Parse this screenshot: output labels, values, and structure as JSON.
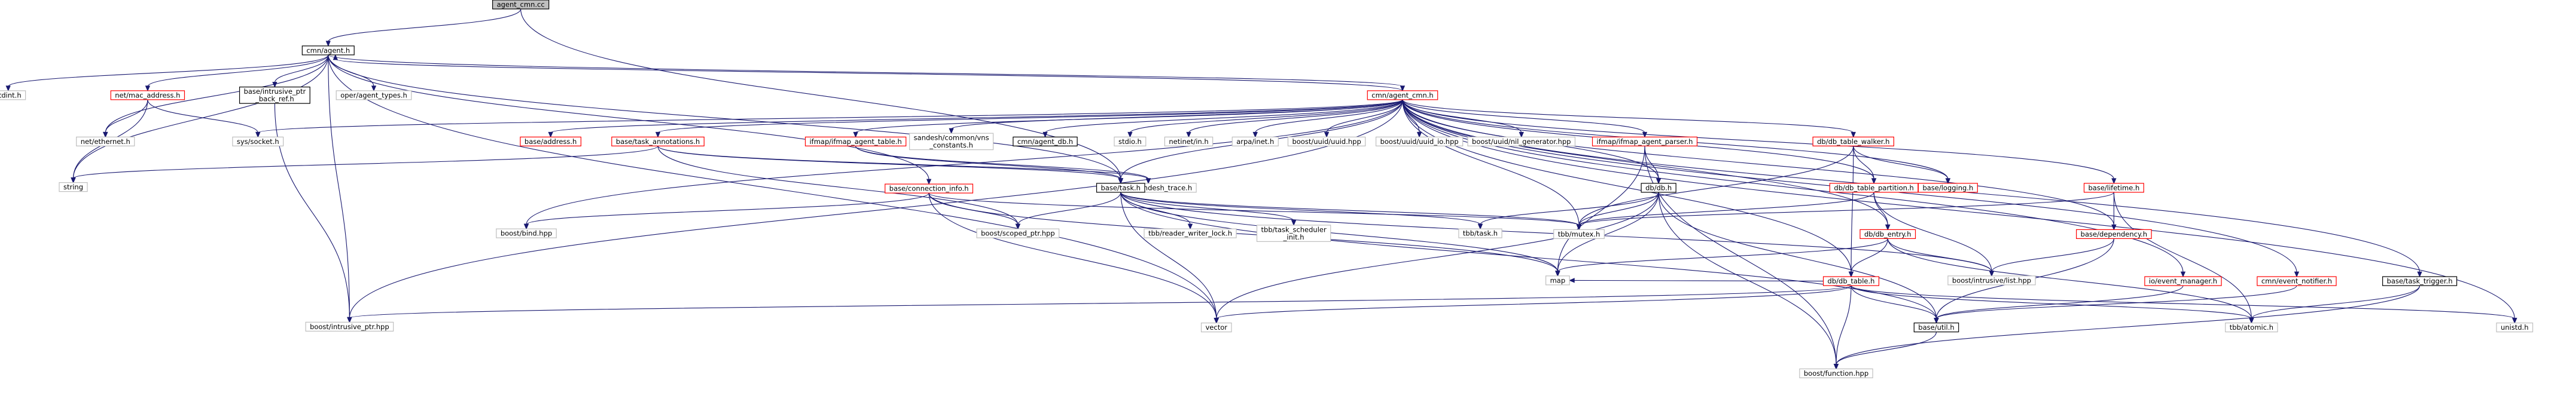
{
  "colors": {
    "edge": "#191970",
    "root_fill": "#bfbfbf",
    "link_border": "#000000",
    "red_border": "#ff0000",
    "plain_border": "#bfbfbf",
    "fill": "#ffffff",
    "text": "#000000"
  },
  "nodes": [
    {
      "id": "agent_cmn_cc",
      "lines": [
        "agent_cmn.cc"
      ],
      "style": "root"
    },
    {
      "id": "cmn_agent_h",
      "lines": [
        "cmn/agent.h"
      ],
      "style": "link"
    },
    {
      "id": "stdint_h",
      "lines": [
        "stdint.h"
      ],
      "style": "plain"
    },
    {
      "id": "net_mac_address_h",
      "lines": [
        "net/mac_address.h"
      ],
      "style": "red"
    },
    {
      "id": "base_intrusive_ptr_back_ref_h",
      "lines": [
        "base/intrusive_ptr",
        "_back_ref.h"
      ],
      "style": "link"
    },
    {
      "id": "oper_agent_types_h",
      "lines": [
        "oper/agent_types.h"
      ],
      "style": "plain"
    },
    {
      "id": "net_ethernet_h",
      "lines": [
        "net/ethernet.h"
      ],
      "style": "plain"
    },
    {
      "id": "sys_socket_h",
      "lines": [
        "sys/socket.h"
      ],
      "style": "plain"
    },
    {
      "id": "string",
      "lines": [
        "string"
      ],
      "style": "plain"
    },
    {
      "id": "cmn_agent_cmn_h",
      "lines": [
        "cmn/agent_cmn.h"
      ],
      "style": "red"
    },
    {
      "id": "base_address_h",
      "lines": [
        "base/address.h"
      ],
      "style": "red"
    },
    {
      "id": "base_task_annotations_h",
      "lines": [
        "base/task_annotations.h"
      ],
      "style": "red"
    },
    {
      "id": "ifmap_ifmap_agent_table_h",
      "lines": [
        "ifmap/ifmap_agent_table.h"
      ],
      "style": "red"
    },
    {
      "id": "sandesh_common_vns_constants_h",
      "lines": [
        "sandesh/common/vns",
        "_constants.h"
      ],
      "style": "plain"
    },
    {
      "id": "cmn_agent_db_h",
      "lines": [
        "cmn/agent_db.h"
      ],
      "style": "link"
    },
    {
      "id": "stdio_h",
      "lines": [
        "stdio.h"
      ],
      "style": "plain"
    },
    {
      "id": "netinet_in_h",
      "lines": [
        "netinet/in.h"
      ],
      "style": "plain"
    },
    {
      "id": "arpa_inet_h",
      "lines": [
        "arpa/inet.h"
      ],
      "style": "plain"
    },
    {
      "id": "boost_uuid_uuid_hpp",
      "lines": [
        "boost/uuid/uuid.hpp"
      ],
      "style": "plain"
    },
    {
      "id": "boost_uuid_uuid_io_hpp",
      "lines": [
        "boost/uuid/uuid_io.hpp"
      ],
      "style": "plain"
    },
    {
      "id": "boost_uuid_nil_generator_hpp",
      "lines": [
        "boost/uuid/nil_generator.hpp"
      ],
      "style": "plain"
    },
    {
      "id": "ifmap_ifmap_agent_parser_h",
      "lines": [
        "ifmap/ifmap_agent_parser.h"
      ],
      "style": "red"
    },
    {
      "id": "db_db_table_walker_h",
      "lines": [
        "db/db_table_walker.h"
      ],
      "style": "red"
    },
    {
      "id": "base_lifetime_h",
      "lines": [
        "base/lifetime.h"
      ],
      "style": "red"
    },
    {
      "id": "sandesh_sandesh_trace_h",
      "lines": [
        "sandesh/sandesh_trace.h"
      ],
      "style": "plain"
    },
    {
      "id": "base_task_h",
      "lines": [
        "base/task.h"
      ],
      "style": "link"
    },
    {
      "id": "base_connection_info_h",
      "lines": [
        "base/connection_info.h"
      ],
      "style": "red"
    },
    {
      "id": "db_db_h",
      "lines": [
        "db/db.h"
      ],
      "style": "link"
    },
    {
      "id": "db_db_table_partition_h",
      "lines": [
        "db/db_table_partition.h"
      ],
      "style": "red"
    },
    {
      "id": "base_logging_h",
      "lines": [
        "base/logging.h"
      ],
      "style": "red"
    },
    {
      "id": "boost_bind_hpp",
      "lines": [
        "boost/bind.hpp"
      ],
      "style": "plain"
    },
    {
      "id": "boost_scoped_ptr_hpp",
      "lines": [
        "boost/scoped_ptr.hpp"
      ],
      "style": "plain"
    },
    {
      "id": "tbb_reader_writer_lock_h",
      "lines": [
        "tbb/reader_writer_lock.h"
      ],
      "style": "plain"
    },
    {
      "id": "tbb_task_scheduler_init_h",
      "lines": [
        "tbb/task_scheduler",
        "_init.h"
      ],
      "style": "plain"
    },
    {
      "id": "tbb_task_h",
      "lines": [
        "tbb/task.h"
      ],
      "style": "plain"
    },
    {
      "id": "tbb_mutex_h",
      "lines": [
        "tbb/mutex.h"
      ],
      "style": "plain"
    },
    {
      "id": "db_db_entry_h",
      "lines": [
        "db/db_entry.h"
      ],
      "style": "red"
    },
    {
      "id": "base_dependency_h",
      "lines": [
        "base/dependency.h"
      ],
      "style": "red"
    },
    {
      "id": "map",
      "lines": [
        "map"
      ],
      "style": "plain"
    },
    {
      "id": "boost_intrusive_list_hpp",
      "lines": [
        "boost/intrusive/list.hpp"
      ],
      "style": "plain"
    },
    {
      "id": "db_db_table_h",
      "lines": [
        "db/db_table.h"
      ],
      "style": "red"
    },
    {
      "id": "io_event_manager_h",
      "lines": [
        "io/event_manager.h"
      ],
      "style": "red"
    },
    {
      "id": "cmn_event_notifier_h",
      "lines": [
        "cmn/event_notifier.h"
      ],
      "style": "red"
    },
    {
      "id": "base_task_trigger_h",
      "lines": [
        "base/task_trigger.h"
      ],
      "style": "link"
    },
    {
      "id": "boost_intrusive_ptr_hpp",
      "lines": [
        "boost/intrusive_ptr.hpp"
      ],
      "style": "plain"
    },
    {
      "id": "vector",
      "lines": [
        "vector"
      ],
      "style": "plain"
    },
    {
      "id": "base_util_h",
      "lines": [
        "base/util.h"
      ],
      "style": "link"
    },
    {
      "id": "tbb_atomic_h",
      "lines": [
        "tbb/atomic.h"
      ],
      "style": "plain"
    },
    {
      "id": "unistd_h",
      "lines": [
        "unistd.h"
      ],
      "style": "plain"
    },
    {
      "id": "boost_function_hpp",
      "lines": [
        "boost/function.hpp"
      ],
      "style": "plain"
    }
  ],
  "edges": [
    [
      "agent_cmn_cc",
      "cmn_agent_h"
    ],
    [
      "agent_cmn_cc",
      "base_task_h"
    ],
    [
      "cmn_agent_h",
      "stdint_h"
    ],
    [
      "cmn_agent_h",
      "net_mac_address_h"
    ],
    [
      "cmn_agent_h",
      "base_intrusive_ptr_back_ref_h"
    ],
    [
      "cmn_agent_h",
      "oper_agent_types_h"
    ],
    [
      "cmn_agent_h",
      "net_ethernet_h"
    ],
    [
      "cmn_agent_h",
      "string"
    ],
    [
      "cmn_agent_h",
      "cmn_agent_cmn_h"
    ],
    [
      "cmn_agent_h",
      "boost_intrusive_ptr_hpp"
    ],
    [
      "cmn_agent_h",
      "vector"
    ],
    [
      "cmn_agent_h",
      "base_connection_info_h"
    ],
    [
      "cmn_agent_h",
      "base_task_h"
    ],
    [
      "net_mac_address_h",
      "net_ethernet_h"
    ],
    [
      "net_mac_address_h",
      "sys_socket_h"
    ],
    [
      "net_mac_address_h",
      "string"
    ],
    [
      "base_intrusive_ptr_back_ref_h",
      "boost_intrusive_ptr_hpp"
    ],
    [
      "cmn_agent_cmn_h",
      "cmn_agent_h"
    ],
    [
      "cmn_agent_cmn_h",
      "sys_socket_h"
    ],
    [
      "cmn_agent_cmn_h",
      "base_address_h"
    ],
    [
      "cmn_agent_cmn_h",
      "base_task_annotations_h"
    ],
    [
      "cmn_agent_cmn_h",
      "ifmap_ifmap_agent_table_h"
    ],
    [
      "cmn_agent_cmn_h",
      "sandesh_common_vns_constants_h"
    ],
    [
      "cmn_agent_cmn_h",
      "cmn_agent_db_h"
    ],
    [
      "cmn_agent_cmn_h",
      "stdio_h"
    ],
    [
      "cmn_agent_cmn_h",
      "netinet_in_h"
    ],
    [
      "cmn_agent_cmn_h",
      "arpa_inet_h"
    ],
    [
      "cmn_agent_cmn_h",
      "boost_uuid_uuid_hpp"
    ],
    [
      "cmn_agent_cmn_h",
      "boost_uuid_uuid_io_hpp"
    ],
    [
      "cmn_agent_cmn_h",
      "boost_uuid_nil_generator_hpp"
    ],
    [
      "cmn_agent_cmn_h",
      "ifmap_ifmap_agent_parser_h"
    ],
    [
      "cmn_agent_cmn_h",
      "db_db_table_walker_h"
    ],
    [
      "cmn_agent_cmn_h",
      "base_lifetime_h"
    ],
    [
      "cmn_agent_cmn_h",
      "base_task_h"
    ],
    [
      "cmn_agent_cmn_h",
      "db_db_h"
    ],
    [
      "cmn_agent_cmn_h",
      "db_db_table_partition_h"
    ],
    [
      "cmn_agent_cmn_h",
      "base_logging_h"
    ],
    [
      "cmn_agent_cmn_h",
      "boost_bind_hpp"
    ],
    [
      "cmn_agent_cmn_h",
      "tbb_mutex_h"
    ],
    [
      "cmn_agent_cmn_h",
      "db_db_entry_h"
    ],
    [
      "cmn_agent_cmn_h",
      "base_dependency_h"
    ],
    [
      "cmn_agent_cmn_h",
      "db_db_table_h"
    ],
    [
      "cmn_agent_cmn_h",
      "io_event_manager_h"
    ],
    [
      "cmn_agent_cmn_h",
      "cmn_event_notifier_h"
    ],
    [
      "cmn_agent_cmn_h",
      "base_task_trigger_h"
    ],
    [
      "cmn_agent_cmn_h",
      "boost_intrusive_ptr_hpp"
    ],
    [
      "cmn_agent_cmn_h",
      "unistd_h"
    ],
    [
      "base_task_annotations_h",
      "string"
    ],
    [
      "base_task_annotations_h",
      "base_task_h"
    ],
    [
      "base_task_annotations_h",
      "sandesh_sandesh_trace_h"
    ],
    [
      "base_task_annotations_h",
      "boost_scoped_ptr_hpp"
    ],
    [
      "ifmap_ifmap_agent_table_h",
      "base_task_h"
    ],
    [
      "ifmap_ifmap_agent_table_h",
      "sandesh_sandesh_trace_h"
    ],
    [
      "ifmap_ifmap_agent_parser_h",
      "db_db_h"
    ],
    [
      "ifmap_ifmap_agent_parser_h",
      "map"
    ],
    [
      "ifmap_ifmap_agent_parser_h",
      "boost_function_hpp"
    ],
    [
      "db_db_table_walker_h",
      "db_db_table_partition_h"
    ],
    [
      "db_db_table_walker_h",
      "base_logging_h"
    ],
    [
      "db_db_table_walker_h",
      "tbb_mutex_h"
    ],
    [
      "db_db_table_walker_h",
      "db_db_table_h"
    ],
    [
      "base_lifetime_h",
      "tbb_mutex_h"
    ],
    [
      "base_lifetime_h",
      "base_dependency_h"
    ],
    [
      "base_lifetime_h",
      "tbb_atomic_h"
    ],
    [
      "base_task_h",
      "boost_scoped_ptr_hpp"
    ],
    [
      "base_task_h",
      "tbb_reader_writer_lock_h"
    ],
    [
      "base_task_h",
      "tbb_task_scheduler_init_h"
    ],
    [
      "base_task_h",
      "tbb_task_h"
    ],
    [
      "base_task_h",
      "tbb_mutex_h"
    ],
    [
      "base_task_h",
      "boost_intrusive_list_hpp"
    ],
    [
      "base_task_h",
      "map"
    ],
    [
      "base_task_h",
      "vector"
    ],
    [
      "base_task_h",
      "base_util_h"
    ],
    [
      "base_connection_info_h",
      "boost_bind_hpp"
    ],
    [
      "base_connection_info_h",
      "boost_scoped_ptr_hpp"
    ],
    [
      "base_connection_info_h",
      "tbb_mutex_h"
    ],
    [
      "base_connection_info_h",
      "map"
    ],
    [
      "base_connection_info_h",
      "vector"
    ],
    [
      "db_db_h",
      "tbb_mutex_h"
    ],
    [
      "db_db_h",
      "map"
    ],
    [
      "db_db_h",
      "vector"
    ],
    [
      "db_db_h",
      "base_util_h"
    ],
    [
      "db_db_h",
      "boost_function_hpp"
    ],
    [
      "db_db_h",
      "tbb_task_h"
    ],
    [
      "db_db_table_partition_h",
      "tbb_mutex_h"
    ],
    [
      "db_db_table_partition_h",
      "db_db_entry_h"
    ],
    [
      "db_db_table_partition_h",
      "boost_intrusive_list_hpp"
    ],
    [
      "db_db_entry_h",
      "map"
    ],
    [
      "db_db_entry_h",
      "boost_intrusive_list_hpp"
    ],
    [
      "db_db_entry_h",
      "db_db_table_h"
    ],
    [
      "db_db_entry_h",
      "tbb_atomic_h"
    ],
    [
      "base_dependency_h",
      "boost_intrusive_list_hpp"
    ],
    [
      "base_dependency_h",
      "base_util_h"
    ],
    [
      "db_db_table_h",
      "map"
    ],
    [
      "db_db_table_h",
      "vector"
    ],
    [
      "db_db_table_h",
      "boost_intrusive_ptr_hpp"
    ],
    [
      "db_db_table_h",
      "base_util_h"
    ],
    [
      "db_db_table_h",
      "tbb_atomic_h"
    ],
    [
      "db_db_table_h",
      "boost_function_hpp"
    ],
    [
      "db_db_table_h",
      "unistd_h"
    ],
    [
      "io_event_manager_h",
      "base_util_h"
    ],
    [
      "cmn_event_notifier_h",
      "base_util_h"
    ],
    [
      "base_task_trigger_h",
      "tbb_atomic_h"
    ],
    [
      "base_task_trigger_h",
      "boost_function_hpp"
    ],
    [
      "base_util_h",
      "boost_function_hpp"
    ]
  ]
}
